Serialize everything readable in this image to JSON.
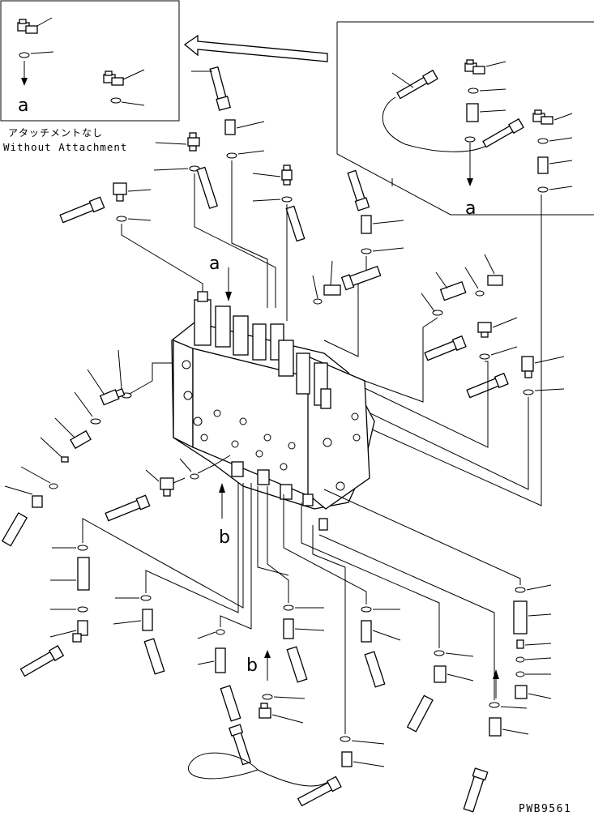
{
  "view_labels": {
    "a_inset_left": "a",
    "a_inset_right": "a",
    "a_main": "a",
    "b_main": "b",
    "b_lower": "b"
  },
  "caption": {
    "japanese": "アタッチメントなし",
    "english": "Without Attachment"
  },
  "part_number": "PWB9561"
}
